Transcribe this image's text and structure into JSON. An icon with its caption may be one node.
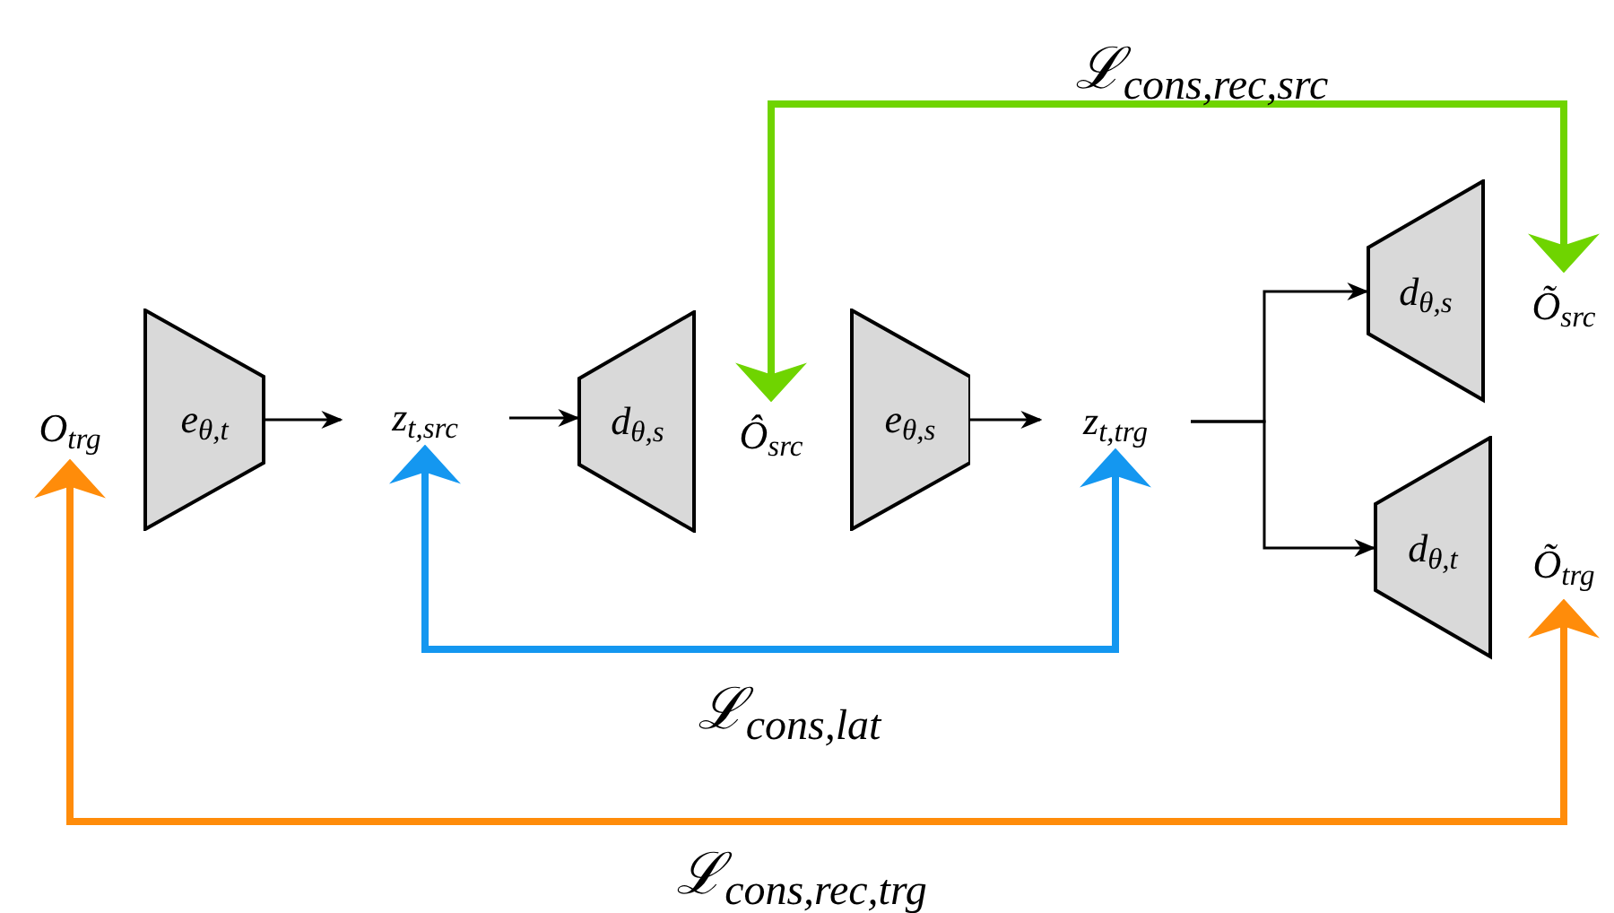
{
  "diagram": {
    "nodes": [
      {
        "text": [
          "O$_{trg}$"
        ]
      },
      {
        "text": [
          "e$_{θ,t}$"
        ]
      },
      {
        "text": [
          "z$_{t,src}$"
        ]
      },
      {
        "text": [
          "d$_{θ,s}$"
        ]
      },
      {
        "text": [
          "Ô$_{src}$"
        ]
      },
      {
        "text": [
          "e$_{θ,s}$"
        ]
      },
      {
        "text": [
          "z$_{t,trg}$"
        ]
      },
      {
        "text": [
          "d$_{θ,s}$"
        ]
      },
      {
        "text": [
          "Õ$_{src}$"
        ]
      },
      {
        "text": [
          "d$_{θ,t}$"
        ]
      },
      {
        "text": [
          "Õ$_{trg}$"
        ]
      }
    ],
    "edges": [
      {
        "from": 1,
        "to": 2,
        "arrow": "to"
      },
      {
        "from": 2,
        "to": 3,
        "arrow": "to"
      },
      {
        "from": 5,
        "to": 6,
        "arrow": "to"
      },
      {
        "from": 6,
        "to": 7,
        "arrow": "to"
      },
      {
        "from": 6,
        "to": 9,
        "arrow": "to"
      },
      {
        "from": 4,
        "to": 8,
        "arrow": "both",
        "label": "ℒ$_{cons,rec,src}$",
        "style": "thick",
        "color": "#6fd400"
      },
      {
        "from": 2,
        "to": 6,
        "arrow": "both",
        "label": "ℒ$_{cons,lat}$",
        "style": "thick",
        "color": "#1497f0"
      },
      {
        "from": 0,
        "to": 10,
        "arrow": "both",
        "label": "ℒ$_{cons,rec,trg}$",
        "style": "thick",
        "color": "#ff8c0a"
      }
    ]
  }
}
